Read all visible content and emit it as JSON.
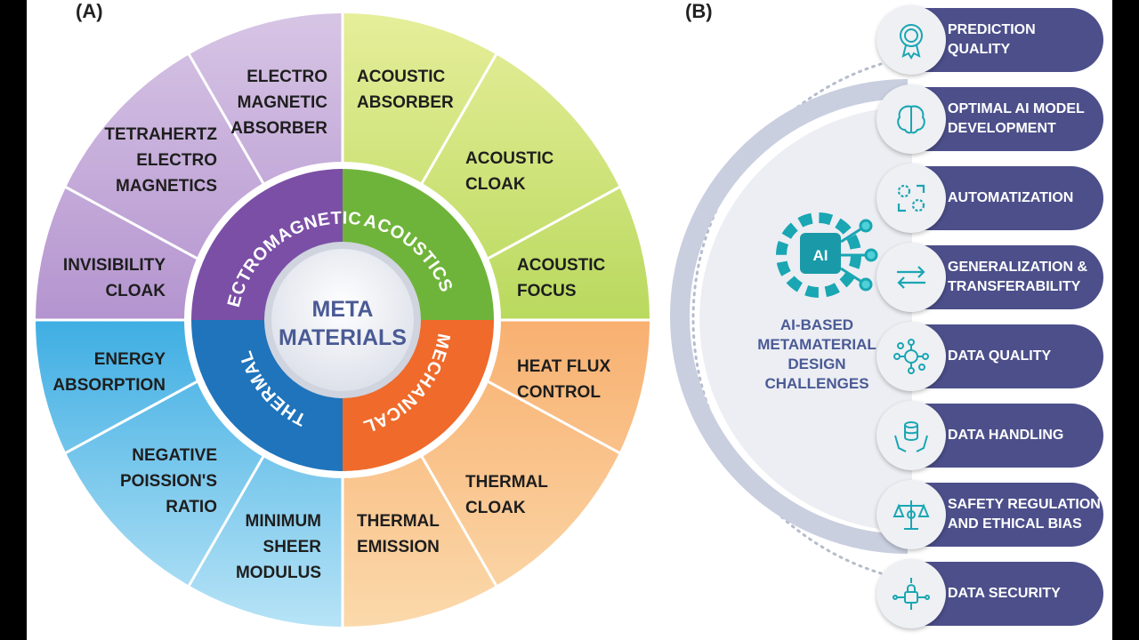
{
  "panel_a": {
    "label": "(A)",
    "center": [
      "META",
      "MATERIALS"
    ],
    "categories": [
      "ELECTROMAGNETIC",
      "ACOUSTICS",
      "THERMAL",
      "MECHANICAL"
    ],
    "segments": {
      "electro_magnetic_absorber": [
        "ELECTRO",
        "MAGNETIC",
        "ABSORBER"
      ],
      "tetrahertz": [
        "TETRAHERTZ",
        "ELECTRO",
        "MAGNETICS"
      ],
      "invisibility_cloak": [
        "INVISIBILITY",
        "CLOAK"
      ],
      "acoustic_absorber": [
        "ACOUSTIC",
        "ABSORBER"
      ],
      "acoustic_cloak": [
        "ACOUSTIC",
        "CLOAK"
      ],
      "acoustic_focus": [
        "ACOUSTIC",
        "FOCUS"
      ],
      "heat_flux": [
        "HEAT FLUX",
        "CONTROL"
      ],
      "thermal_cloak": [
        "THERMAL",
        "CLOAK"
      ],
      "thermal_emission": [
        "THERMAL",
        "EMISSION"
      ],
      "energy_absorption": [
        "ENERGY",
        "ABSORPTION"
      ],
      "negative_poisson": [
        "NEGATIVE",
        "POISSION'S",
        "RATIO"
      ],
      "minimum_sheer": [
        "MINIMUM",
        "SHEER",
        "MODULUS"
      ]
    },
    "colors": {
      "electromagnetic": "#7b4fa6",
      "acoustics": "#6fb43a",
      "thermal": "#ef6a2b",
      "mechanical": "#1f74bc"
    }
  },
  "panel_b": {
    "label": "(B)",
    "hub_chip": "AI",
    "hub_title": [
      "AI-BASED",
      "METAMATERIAL",
      "DESIGN",
      "CHALLENGES"
    ],
    "challenges": [
      {
        "lines": [
          "PREDICTION",
          "QUALITY"
        ],
        "icon": "award-medal-icon"
      },
      {
        "lines": [
          "OPTIMAL AI MODEL",
          "DEVELOPMENT"
        ],
        "icon": "brain-chip-icon"
      },
      {
        "lines": [
          "AUTOMATIZATION"
        ],
        "icon": "gears-cycle-icon"
      },
      {
        "lines": [
          "GENERALIZATION &",
          "TRANSFERABILITY"
        ],
        "icon": "transfer-arrows-icon"
      },
      {
        "lines": [
          "DATA QUALITY"
        ],
        "icon": "data-network-icon"
      },
      {
        "lines": [
          "DATA HANDLING"
        ],
        "icon": "hands-database-icon"
      },
      {
        "lines": [
          "SAFETY REGULATION",
          "AND ETHICAL BIAS"
        ],
        "icon": "scales-justice-icon"
      },
      {
        "lines": [
          "DATA SECURITY"
        ],
        "icon": "lock-circuit-icon"
      }
    ]
  }
}
